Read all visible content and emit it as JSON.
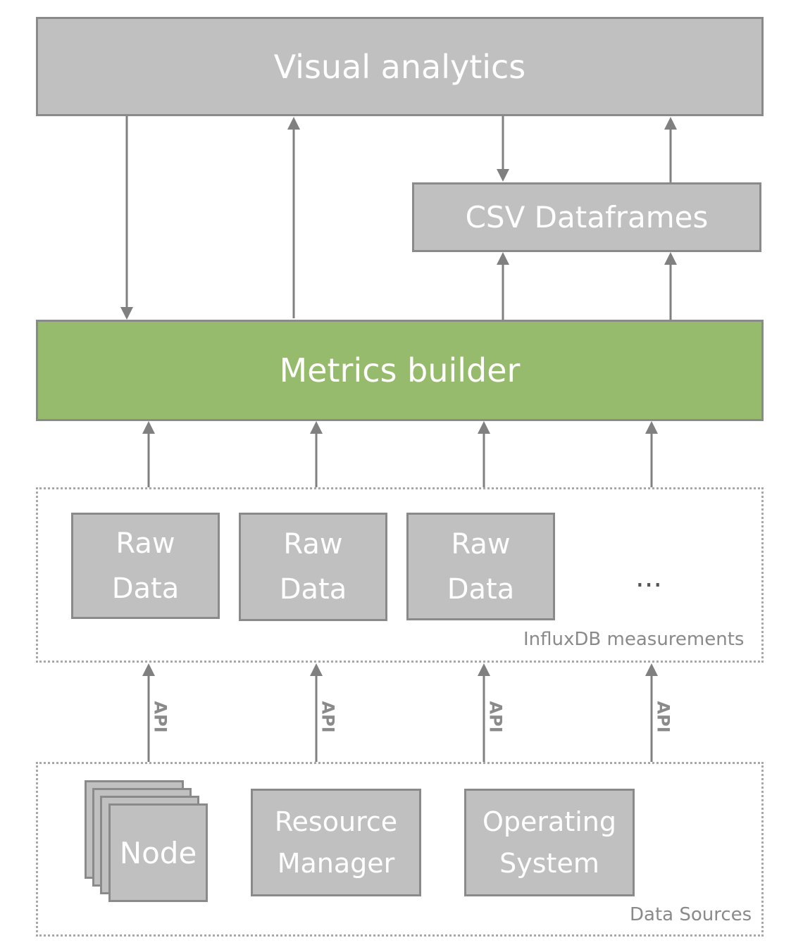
{
  "visual_analytics": "Visual analytics",
  "csv_dataframes": "CSV Dataframes",
  "metrics_builder": "Metrics builder",
  "raw_data": [
    {
      "line1": "Raw",
      "line2": "Data"
    },
    {
      "line1": "Raw",
      "line2": "Data"
    },
    {
      "line1": "Raw",
      "line2": "Data"
    }
  ],
  "ellipsis": "...",
  "influx_label": "InfluxDB measurements",
  "api_labels": [
    "API",
    "API",
    "API",
    "API"
  ],
  "sources": {
    "node": "Node",
    "resource_manager": {
      "line1": "Resource",
      "line2": "Manager"
    },
    "operating_system": {
      "line1": "Operating",
      "line2": "System"
    }
  },
  "data_sources_label": "Data Sources",
  "colors": {
    "box_fill": "#c0c0c0",
    "box_border": "#8a8a8a",
    "metrics_fill": "#97bb6c",
    "arrow": "#808080"
  }
}
